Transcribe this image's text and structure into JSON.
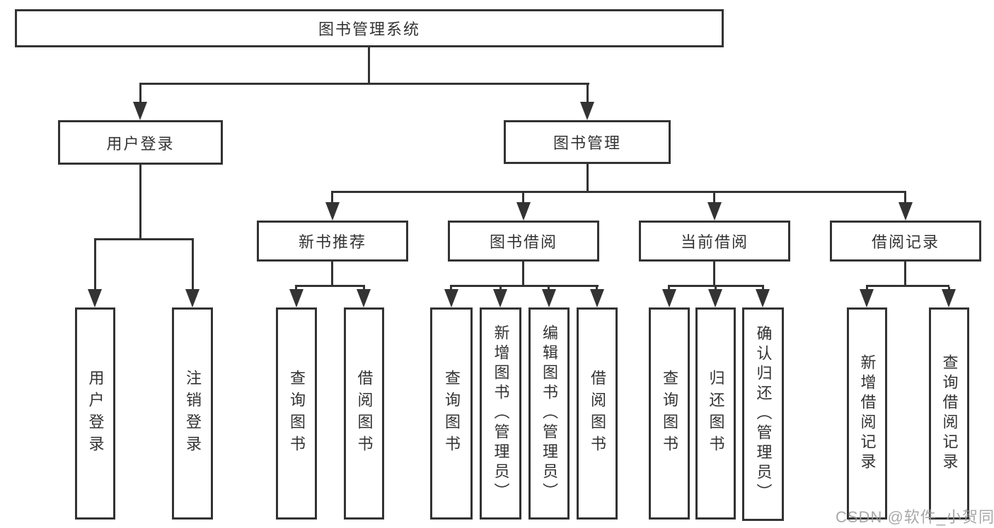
{
  "diagram_title": "图书管理系统",
  "tree": {
    "label": "图书管理系统",
    "children": [
      {
        "label": "用户登录",
        "children": [
          {
            "label": "用户登录"
          },
          {
            "label": "注销登录"
          }
        ]
      },
      {
        "label": "图书管理",
        "children": [
          {
            "label": "新书推荐",
            "children": [
              {
                "label": "查询图书"
              },
              {
                "label": "借阅图书"
              }
            ]
          },
          {
            "label": "图书借阅",
            "children": [
              {
                "label": "查询图书"
              },
              {
                "label": "新增图书（管理员）"
              },
              {
                "label": "编辑图书（管理员）"
              },
              {
                "label": "借阅图书"
              }
            ]
          },
          {
            "label": "当前借阅",
            "children": [
              {
                "label": "查询图书"
              },
              {
                "label": "归还图书"
              },
              {
                "label": "确认归还（管理员）"
              }
            ]
          },
          {
            "label": "借阅记录",
            "children": [
              {
                "label": "新增借阅记录"
              },
              {
                "label": "查询借阅记录"
              }
            ]
          }
        ]
      }
    ]
  },
  "watermark": {
    "text": "CSDN @软件_小贺同学"
  },
  "colors": {
    "line": "#333333",
    "box_fill": "#ffffff",
    "text": "#333333",
    "watermark": "#999999"
  }
}
